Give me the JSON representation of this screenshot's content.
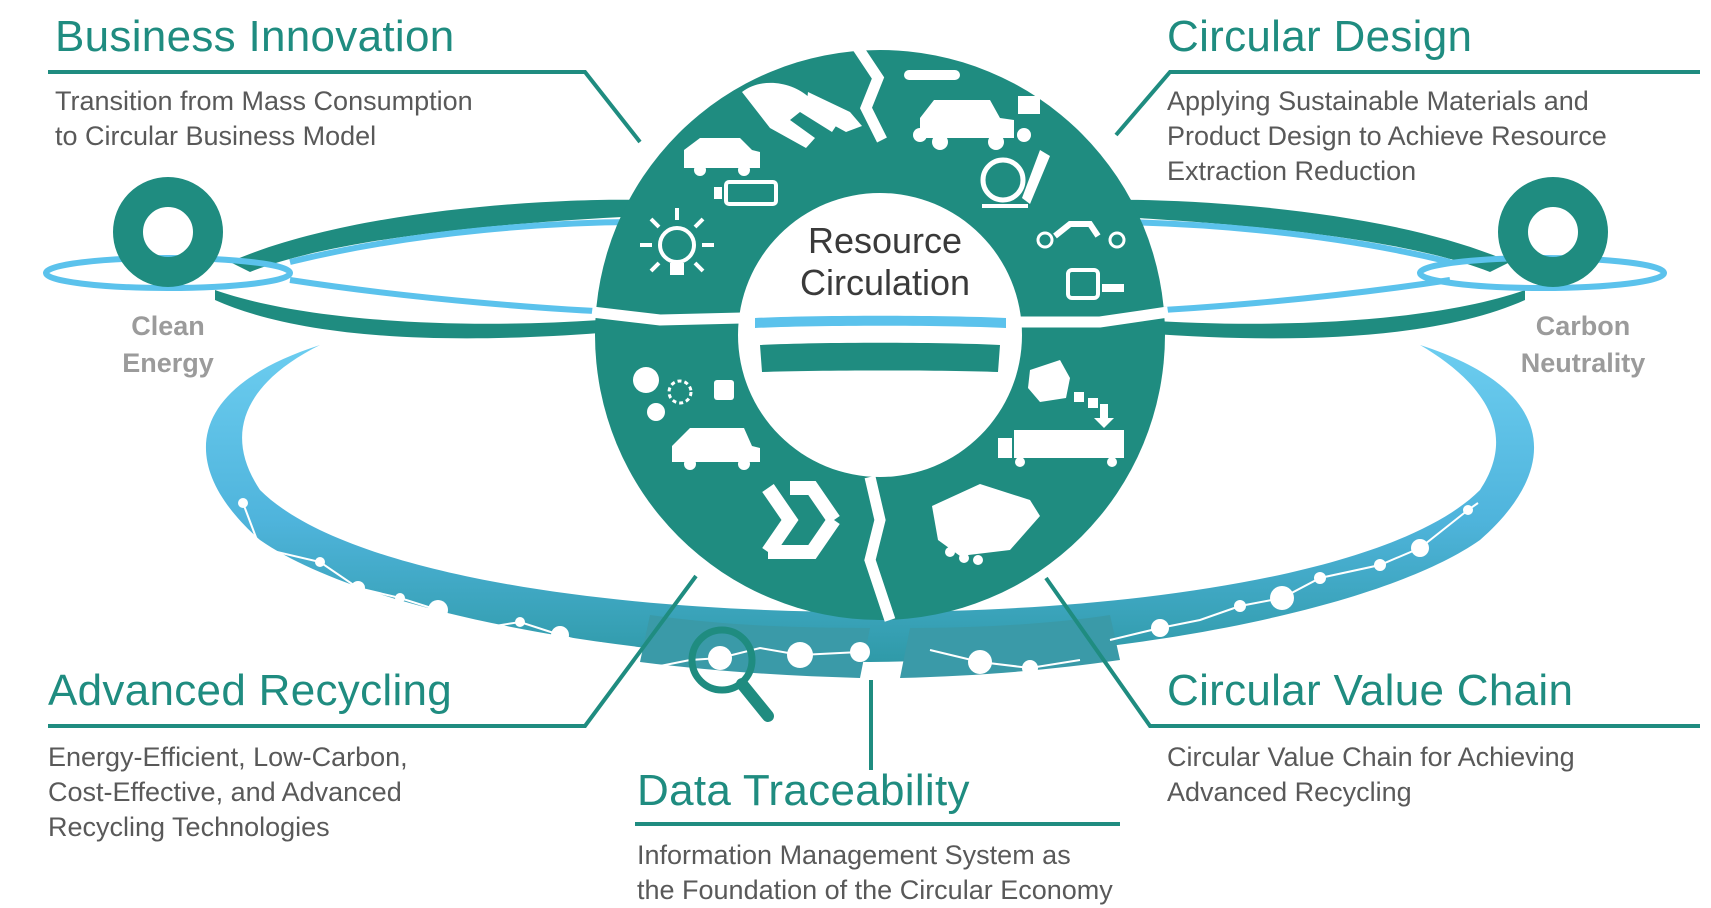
{
  "center": {
    "line1": "Resource",
    "line2": "Circulation"
  },
  "sections": {
    "business_innovation": {
      "title": "Business Innovation",
      "desc_lines": [
        "Transition from Mass Consumption",
        "to Circular Business Model"
      ]
    },
    "circular_design": {
      "title": "Circular Design",
      "desc_lines": [
        "Applying Sustainable Materials and",
        "Product Design to Achieve Resource",
        "Extraction Reduction"
      ]
    },
    "advanced_recycling": {
      "title": "Advanced Recycling",
      "desc_lines": [
        "Energy-Efficient, Low-Carbon,",
        "Cost-Effective, and Advanced",
        "Recycling Technologies"
      ]
    },
    "data_traceability": {
      "title": "Data Traceability",
      "desc_lines": [
        "Information Management System as",
        "the Foundation of the Circular Economy"
      ]
    },
    "circular_value_chain": {
      "title": "Circular Value Chain",
      "desc_lines": [
        "Circular Value Chain for Achieving",
        "Advanced Recycling"
      ]
    }
  },
  "side_labels": {
    "clean_energy": {
      "line1": "Clean",
      "line2": "Energy"
    },
    "carbon_neutrality": {
      "line1": "Carbon",
      "line2": "Neutrality"
    }
  },
  "colors": {
    "teal": "#1f8c80",
    "light_blue": "#5bc2ec",
    "text_gray": "#595959",
    "label_gray": "#9b9b9b"
  }
}
